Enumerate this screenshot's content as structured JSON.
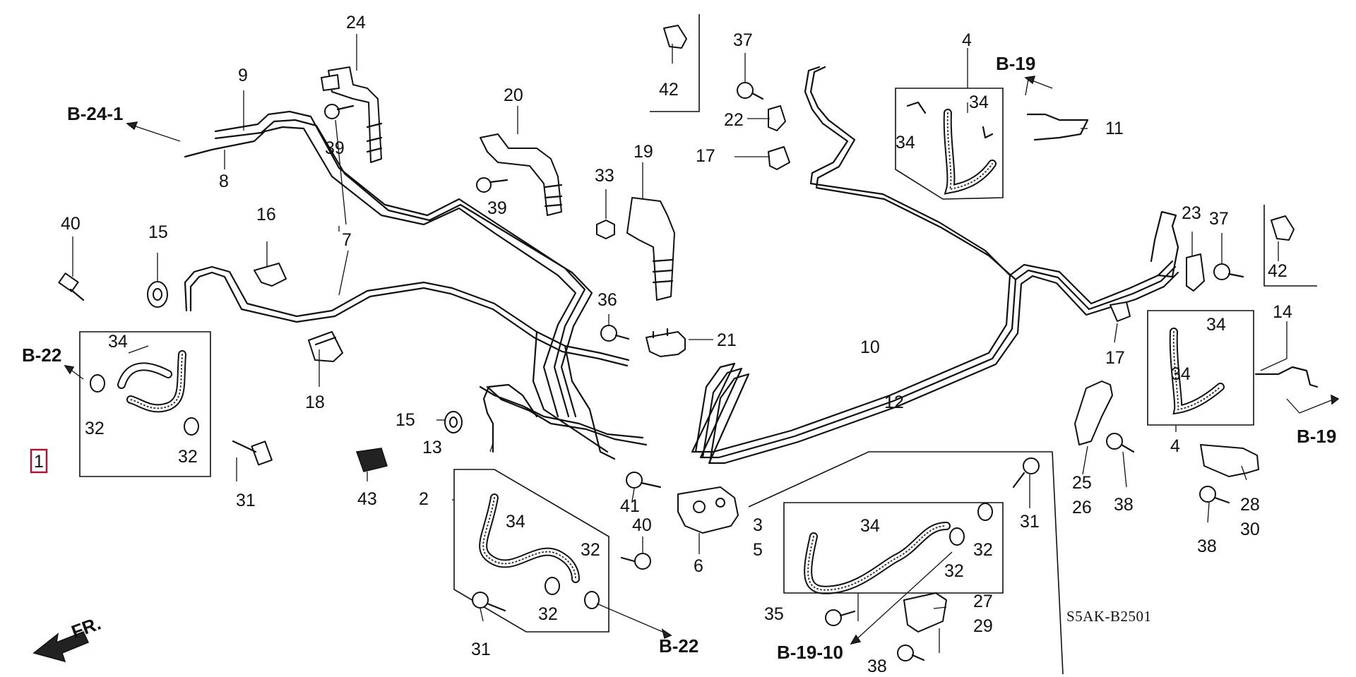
{
  "diagram_code": "S5AK-B2501",
  "front_label": "FR.",
  "highlight_color": "#9b1b3a",
  "refs": {
    "b24_1": "B-24-1",
    "b22_left": "B-22",
    "b22_bottom": "B-22",
    "b19_top": "B-19",
    "b19_right": "B-19",
    "b19_10": "B-19-10"
  },
  "parts": {
    "p1": "1",
    "p2": "2",
    "p3": "3",
    "p4a": "4",
    "p4b": "4",
    "p5": "5",
    "p6": "6",
    "p7": "7",
    "p8": "8",
    "p9": "9",
    "p10": "10",
    "p11": "11",
    "p12": "12",
    "p13": "13",
    "p14": "14",
    "p15a": "15",
    "p15b": "15",
    "p16": "16",
    "p17a": "17",
    "p17b": "17",
    "p18": "18",
    "p19": "19",
    "p20": "20",
    "p21": "21",
    "p22": "22",
    "p23": "23",
    "p24": "24",
    "p25": "25",
    "p26": "26",
    "p27": "27",
    "p28": "28",
    "p29": "29",
    "p30": "30",
    "p31a": "31",
    "p31b": "31",
    "p31c": "31",
    "p32a": "32",
    "p32b": "32",
    "p32c": "32",
    "p32d": "32",
    "p32e": "32",
    "p32f": "32",
    "p33": "33",
    "p34a": "34",
    "p34b": "34",
    "p34c": "34",
    "p34d": "34",
    "p34e": "34",
    "p34f": "34",
    "p34g": "34",
    "p35": "35",
    "p36": "36",
    "p37a": "37",
    "p37b": "37",
    "p38a": "38",
    "p38b": "38",
    "p38c": "38",
    "p39a": "39",
    "p39b": "39",
    "p40a": "40",
    "p40b": "40",
    "p41": "41",
    "p42a": "42",
    "p42b": "42",
    "p43": "43"
  }
}
